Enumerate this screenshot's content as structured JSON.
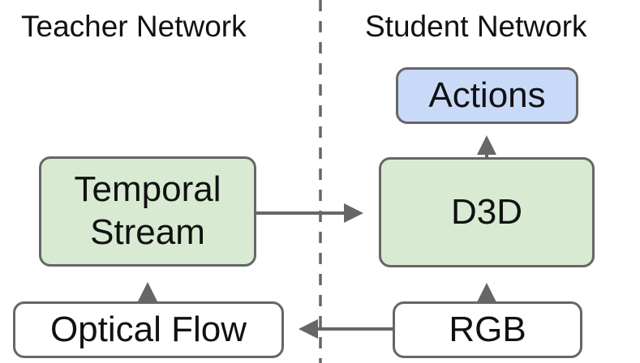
{
  "headers": {
    "teacher": "Teacher Network",
    "student": "Student Network"
  },
  "nodes": {
    "temporal_stream": {
      "line1": "Temporal",
      "line2": "Stream"
    },
    "optical_flow": "Optical Flow",
    "actions": "Actions",
    "d3d": "D3D",
    "rgb": "RGB"
  },
  "colors": {
    "green_fill": "#d9ead3",
    "blue_fill": "#c9daf8",
    "white_fill": "#ffffff",
    "border": "#666666",
    "arrow": "#666666",
    "divider": "#666666"
  }
}
